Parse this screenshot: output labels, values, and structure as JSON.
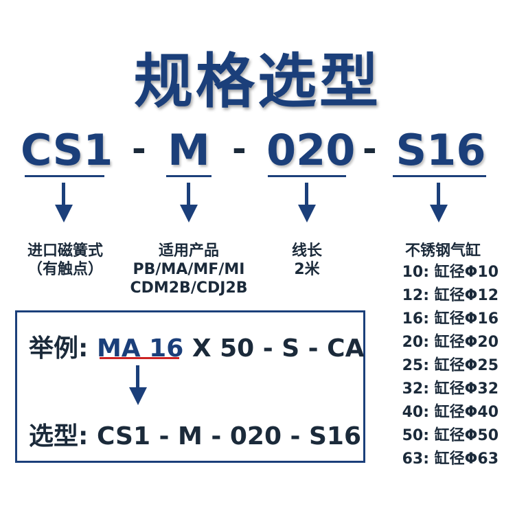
{
  "title": "规格选型",
  "code": {
    "part1": "CS1",
    "dash1": "-",
    "part2": "M",
    "dash2": "-",
    "part3": "020",
    "dash3": "-",
    "part4": "S16"
  },
  "descriptions": {
    "col1": [
      "进口磁簧式",
      "（有触点）"
    ],
    "col2": [
      "适用产品",
      "PB/MA/MF/MI",
      "CDM2B/CDJ2B"
    ],
    "col3": [
      "线长",
      "2米"
    ],
    "col4": [
      "不锈钢气缸"
    ]
  },
  "sizes": [
    "10: 缸径Φ10",
    "12: 缸径Φ12",
    "16: 缸径Φ16",
    "20: 缸径Φ20",
    "25: 缸径Φ25",
    "32: 缸径Φ32",
    "40: 缸径Φ40",
    "50: 缸径Φ50",
    "63: 缸径Φ63"
  ],
  "example": {
    "label": "举例:",
    "model_highlight": "MA 16",
    "model_rest": " X 50 - S - CA",
    "select_label": "选型:",
    "select_value": " CS1 - M - 020 - S16"
  },
  "colors": {
    "primary": "#1b3f7a",
    "text": "#1b2a3a",
    "highlight_underline": "#cc2222"
  }
}
